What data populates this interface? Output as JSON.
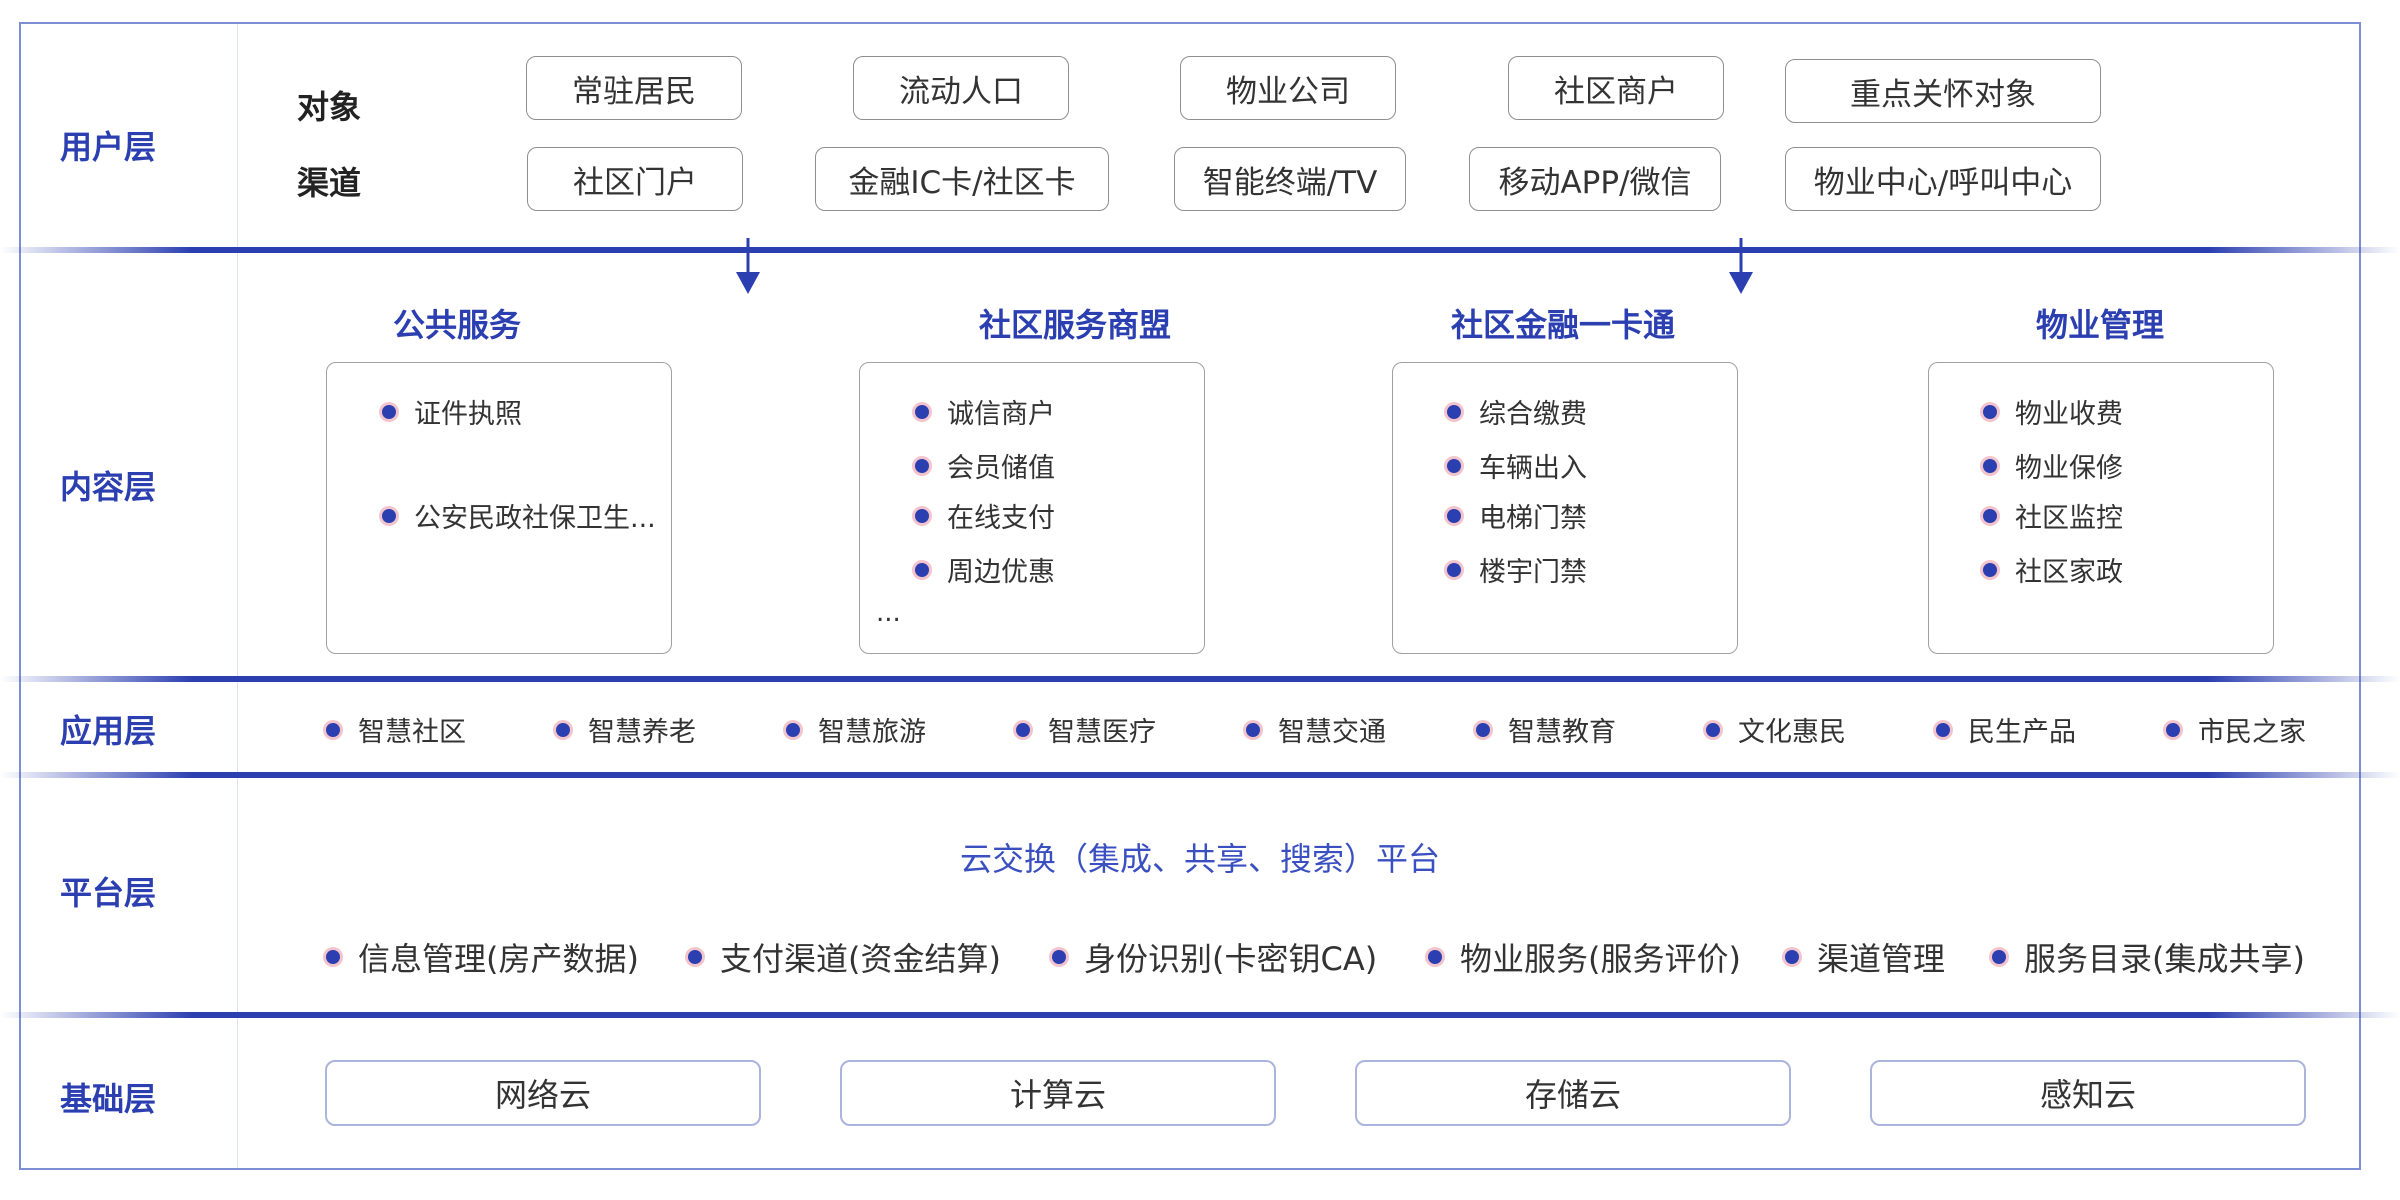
{
  "layers": {
    "user": "用户层",
    "content": "内容层",
    "application": "应用层",
    "platform": "平台层",
    "foundation": "基础层"
  },
  "user_layer": {
    "objects_label": "对象",
    "channels_label": "渠道",
    "objects": [
      "常驻居民",
      "流动人口",
      "物业公司",
      "社区商户",
      "重点关怀对象"
    ],
    "channels": [
      "社区门户",
      "金融IC卡/社区卡",
      "智能终端/TV",
      "移动APP/微信",
      "物业中心/呼叫中心"
    ]
  },
  "content_layer": {
    "columns": [
      {
        "title": "公共服务",
        "items": [
          "证件执照",
          "公安民政社保卫生..."
        ]
      },
      {
        "title": "社区服务商盟",
        "items": [
          "诚信商户",
          "会员储值",
          "在线支付",
          "周边优惠"
        ],
        "more": "..."
      },
      {
        "title": "社区金融一卡通",
        "items": [
          "综合缴费",
          "车辆出入",
          "电梯门禁",
          "楼宇门禁"
        ]
      },
      {
        "title": "物业管理",
        "items": [
          "物业收费",
          "物业保修",
          "社区监控",
          "社区家政"
        ]
      }
    ]
  },
  "application_layer": {
    "items": [
      "智慧社区",
      "智慧养老",
      "智慧旅游",
      "智慧医疗",
      "智慧交通",
      "智慧教育",
      "文化惠民",
      "民生产品",
      "市民之家"
    ]
  },
  "platform_layer": {
    "title": "云交换（集成、共享、搜索）平台",
    "items": [
      "信息管理(房产数据)",
      "支付渠道(资金结算)",
      "身份识别(卡密钥CA)",
      "物业服务(服务评价)",
      "渠道管理",
      "服务目录(集成共享)"
    ]
  },
  "foundation_layer": {
    "items": [
      "网络云",
      "计算云",
      "存储云",
      "感知云"
    ]
  },
  "colors": {
    "accent": "#2b3fb0",
    "frame": "#7c8fd4",
    "dot_ring": "#f3c4cc"
  }
}
